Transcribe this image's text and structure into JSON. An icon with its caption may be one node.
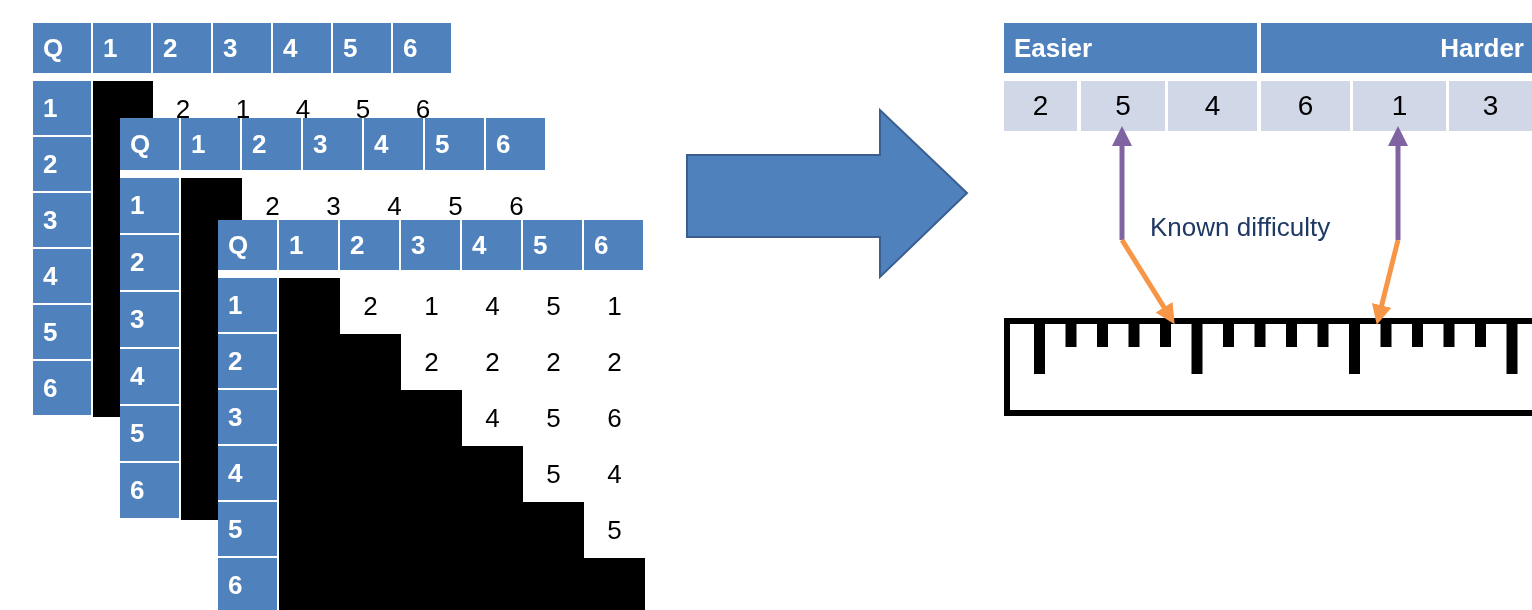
{
  "diagram": {
    "nodes": [
      {
        "text": [
          "Easier"
        ]
      },
      {
        "text": [
          "Harder"
        ]
      },
      {
        "text": [
          "2"
        ]
      },
      {
        "text": [
          "5"
        ]
      },
      {
        "text": [
          "4"
        ]
      },
      {
        "text": [
          "6"
        ]
      },
      {
        "text": [
          "1"
        ]
      },
      {
        "text": [
          "3"
        ]
      },
      {
        "text": [],
        "shape": "box"
      },
      {
        "text": [],
        "shape": "bar"
      },
      {
        "text": [],
        "shape": "bar"
      }
    ],
    "edges": [
      {
        "from": null,
        "to": 3,
        "arrow": "to",
        "color": "#8064a2"
      },
      {
        "from": null,
        "to": 8,
        "arrow": "to",
        "color": "#f79646"
      },
      {
        "from": null,
        "to": 6,
        "arrow": "to",
        "color": "#8064a2"
      },
      {
        "from": null,
        "to": 8,
        "arrow": "to",
        "color": "#f79646"
      }
    ],
    "labels": [
      "Q",
      "1",
      "2",
      "3",
      "4",
      "5",
      "6",
      "1",
      "2",
      "1",
      "4",
      "5",
      "6",
      "2",
      "3",
      "4",
      "5",
      "6",
      "Q",
      "1",
      "2",
      "3",
      "4",
      "5",
      "6",
      "1",
      "2",
      "3",
      "4",
      "5",
      "6",
      "2",
      "3",
      "4",
      "5",
      "6",
      "Q",
      "1",
      "2",
      "3",
      "4",
      "5",
      "6",
      "1",
      "2",
      "1",
      "4",
      "5",
      "1",
      "2",
      "2",
      "2",
      "2",
      "2",
      "3",
      "4",
      "5",
      "6",
      "4",
      "5",
      "4",
      "5",
      "5",
      "6",
      "Known difficulty"
    ]
  }
}
